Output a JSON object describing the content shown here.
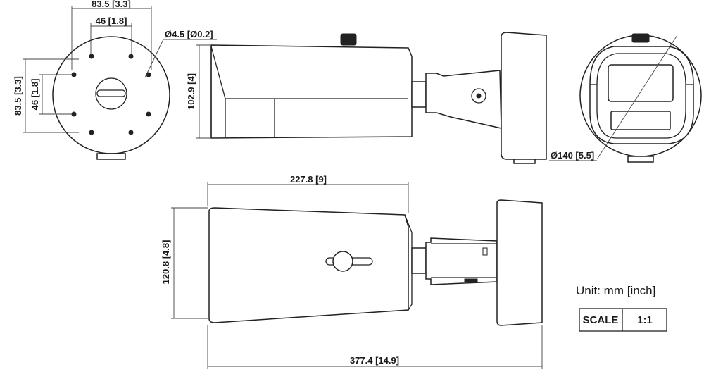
{
  "dims": {
    "mount_width": "83.5 [3.3]",
    "hole_spacing_h": "46 [1.8]",
    "hole_diameter": "Ø4.5 [Ø0.2]",
    "mount_height": "83.5 [3.3]",
    "hole_spacing_v": "46 [1.8]",
    "side_height": "102.9 [4]",
    "base_diameter": "Ø140 [5.5]",
    "body_length": "227.8 [9]",
    "bottom_height": "120.8 [4.8]",
    "total_length": "377.4 [14.9]"
  },
  "unit_note": "Unit: mm [inch]",
  "scale_table": {
    "label": "SCALE",
    "value": "1:1"
  }
}
